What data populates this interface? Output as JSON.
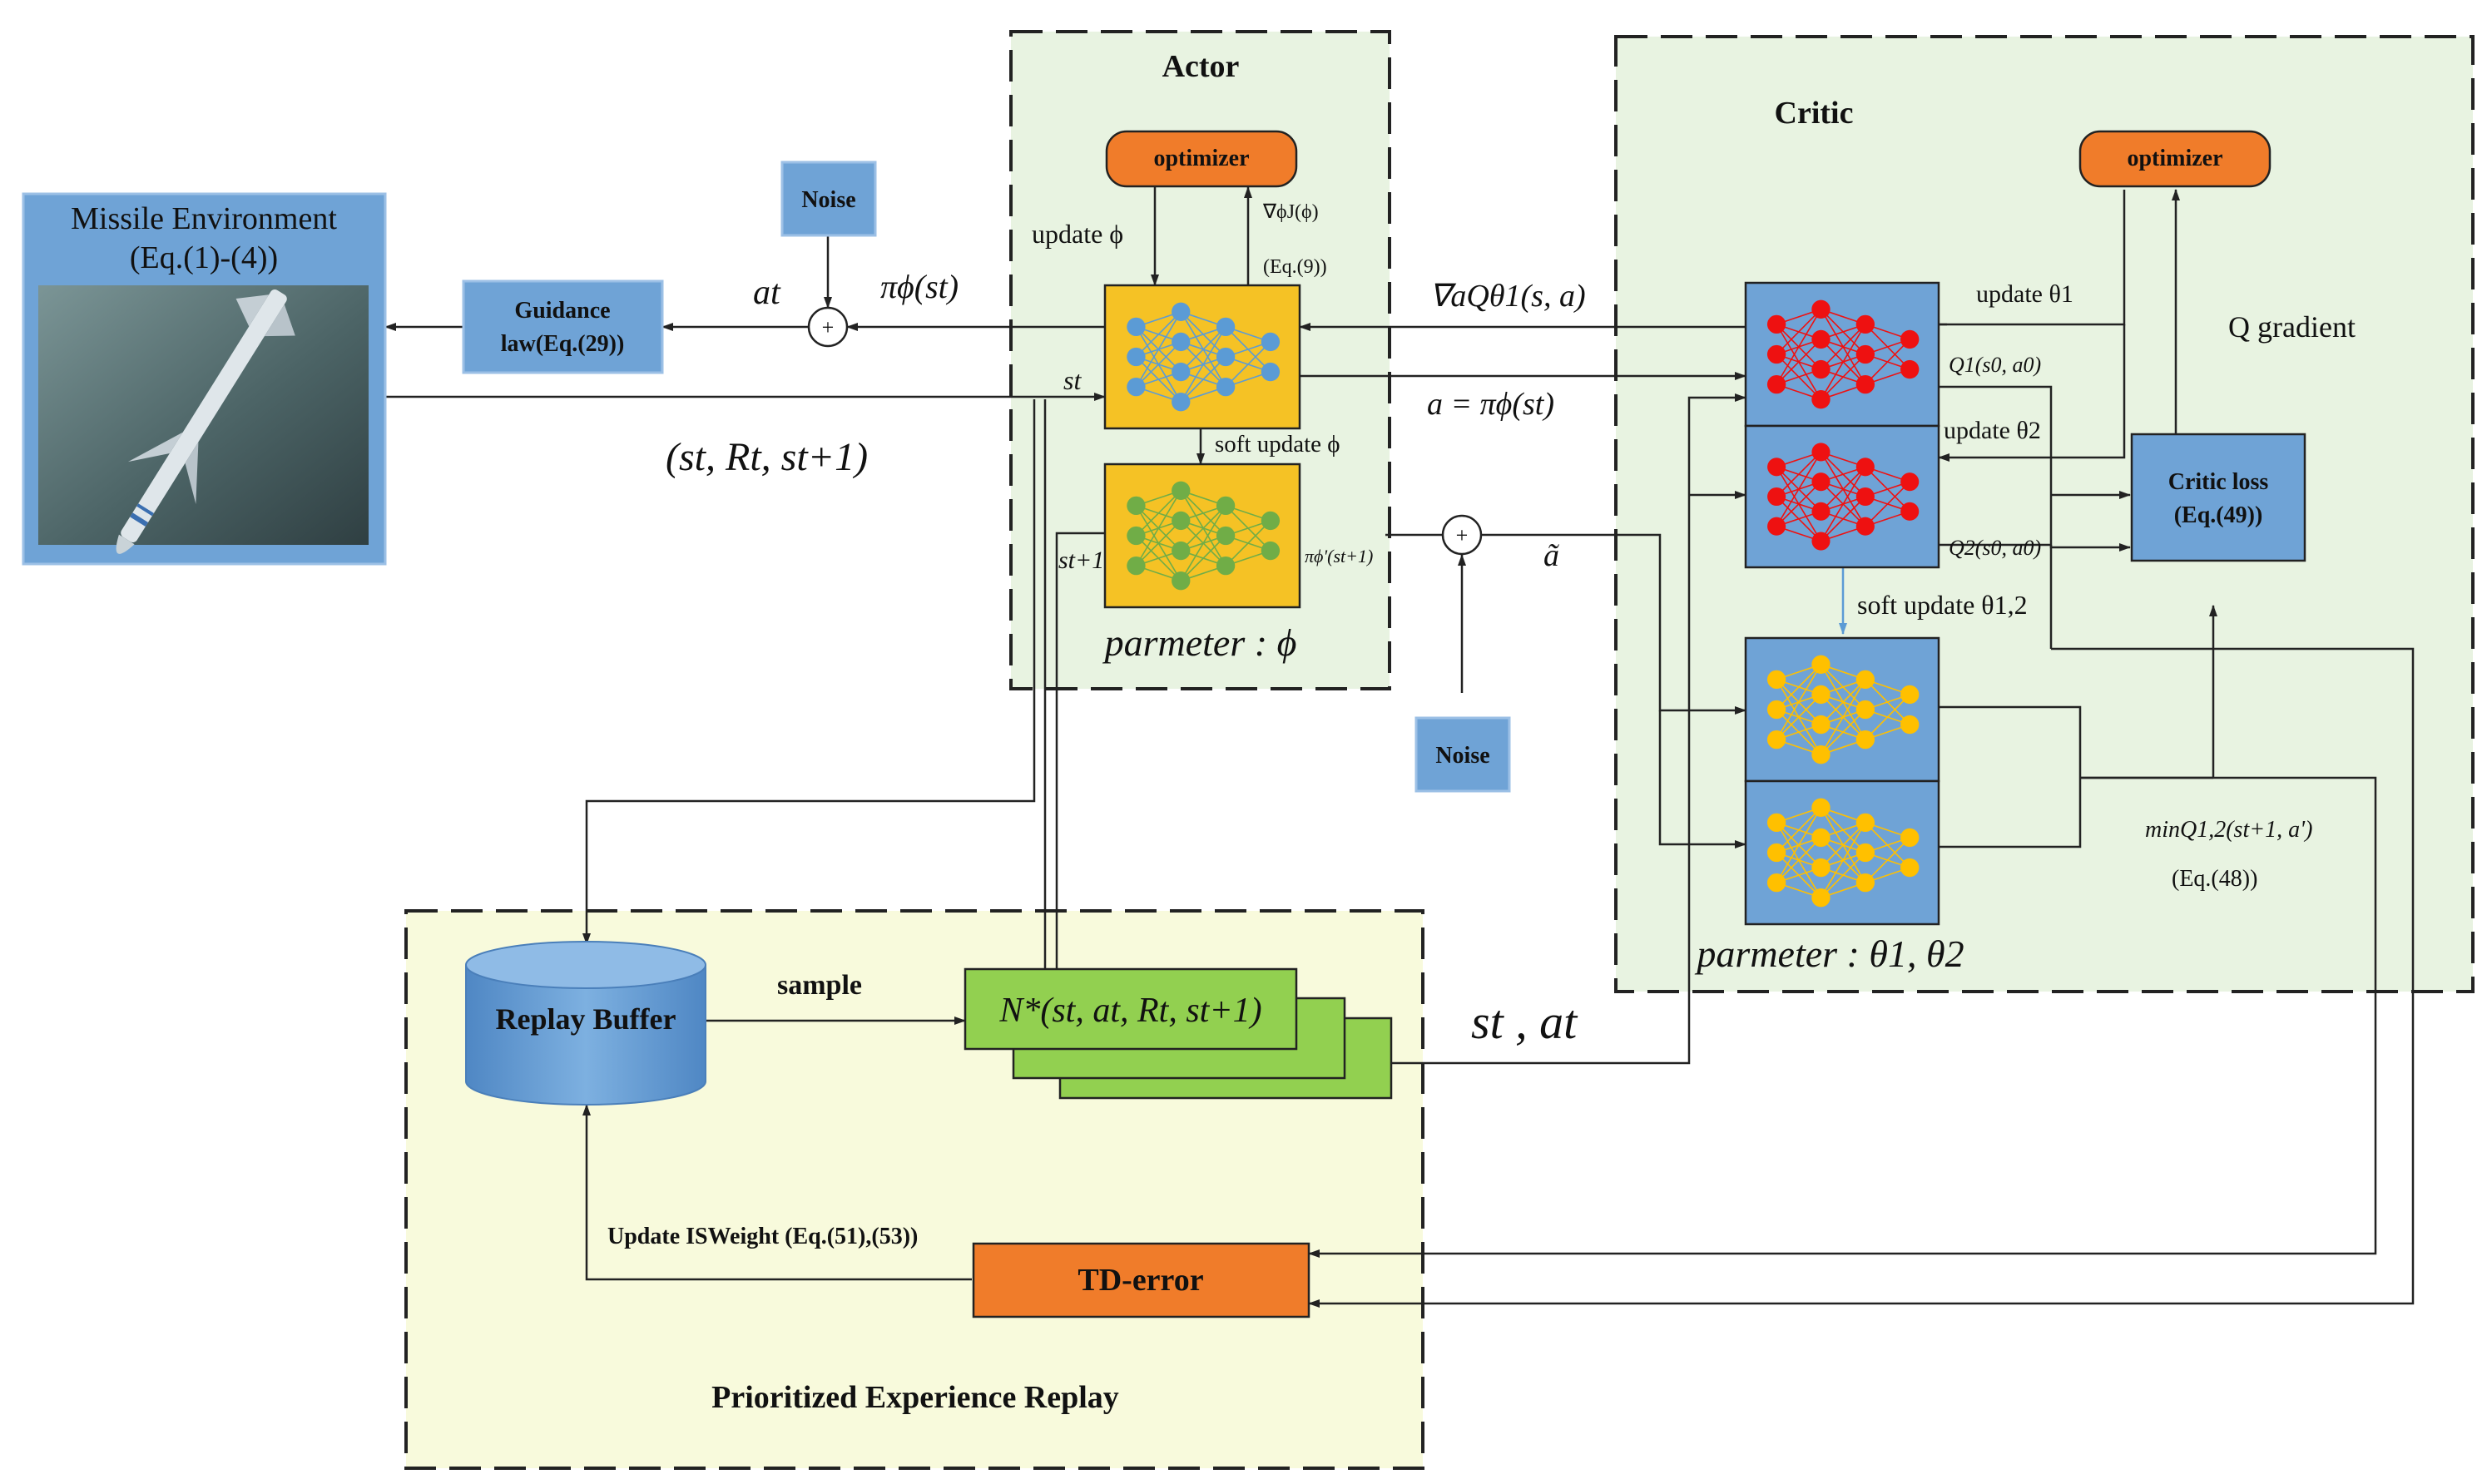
{
  "actor": {
    "title": "Actor",
    "optimizer": "optimizer",
    "update_label": "update ϕ",
    "grad_label": "∇ϕJ(ϕ)",
    "grad_eq": "(Eq.(9))",
    "st_label": "st",
    "st1_label": "st+1",
    "soft_update": "soft update ϕ",
    "target_policy": "πϕ'(st+1)",
    "param": "parmeter : ϕ"
  },
  "critic": {
    "title": "Critic",
    "optimizer": "optimizer",
    "update_theta1": "update θ1",
    "update_theta2": "update θ2",
    "q1": "Q1(s0, a0)",
    "q2": "Q2(s0, a0)",
    "q_gradient": "Q  gradient",
    "loss_line1": "Critic loss",
    "loss_line2": "(Eq.(49))",
    "soft_update": "soft update θ1,2",
    "min_q": "minQ1,2(st+1, a')",
    "min_eq": "(Eq.(48))",
    "param": "parmeter : θ1, θ2"
  },
  "environment": {
    "title_line1": "Missile Environment",
    "title_line2": "(Eq.(1)-(4))",
    "image_alt": "missile"
  },
  "guidance": {
    "line1": "Guidance",
    "line2": "law(Eq.(29))"
  },
  "noise_top": "Noise",
  "noise_mid": "Noise",
  "signals": {
    "at": "at",
    "pi_st": "πϕ(st)",
    "transition": "(st, Rt, st+1)",
    "grad_q": "∇aQθ1(s, a)",
    "a_eq": "a = πϕ(st)",
    "a_tilde": "ã",
    "st_at": "st , at"
  },
  "per": {
    "title": "Prioritized Experience Replay",
    "buffer": "Replay Buffer",
    "sample": "sample",
    "batch": "N*(st, at, Rt, st+1)",
    "update_weight": "Update ISWeight (Eq.(51),(53))",
    "td_error": "TD-error"
  },
  "colors": {
    "actor_bg": "#e8f3e1",
    "critic_bg": "#e8f3e1",
    "per_bg": "#f8fadc",
    "optimizer": "#f07c2a",
    "td_error": "#f07c2a",
    "blue_box": "#6fa3d6",
    "yellow_net": "#f5c225",
    "green_batch": "#92d050",
    "node_blue": "#5b9bd5",
    "node_green": "#70ad47",
    "node_red": "#ee1111",
    "node_yellow": "#ffc000"
  }
}
